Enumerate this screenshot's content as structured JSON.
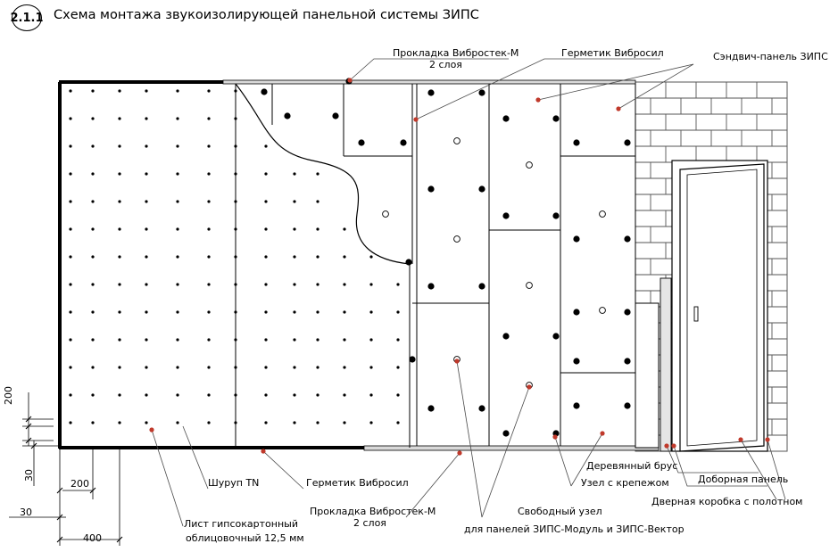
{
  "header": {
    "section": "2.1.1",
    "title": "Схема монтажа звукоизолирующей панельной системы ЗИПС"
  },
  "colors": {
    "line": "#000000",
    "accent_dot": "#c0392b",
    "leader": "#4a4a4a",
    "brick": "#555555"
  },
  "labels": {
    "top_vibrostek_1": "Прокладка Вибростек-М",
    "top_vibrostek_2": "2 слоя",
    "top_germetik": "Герметик Вибросил",
    "sandwich": "Сэндвич-панель ЗИПС",
    "wood_beam": "Деревянный брус",
    "extra_panel": "Доборная панель",
    "node_fixing": "Узел с крепежом",
    "door_frame": "Дверная коробка с полотном",
    "screw": "Шуруп TN",
    "bottom_germetik": "Герметик Вибросил",
    "bottom_vibrostek_1": "Прокладка Вибростек-М",
    "bottom_vibrostek_2": "2 слоя",
    "free_node_1": "Свободный узел",
    "free_node_2": "для панелей ЗИПС-Модуль и ЗИПС-Вектор",
    "gypsum_1": "Лист гипсокартонный",
    "gypsum_2": "облицовочный 12,5 мм"
  },
  "dimensions": {
    "d200_vertical": "200",
    "d30_vertical": "30",
    "d200_horizontal": "200",
    "d30_horizontal": "30",
    "d400_horizontal": "400"
  }
}
